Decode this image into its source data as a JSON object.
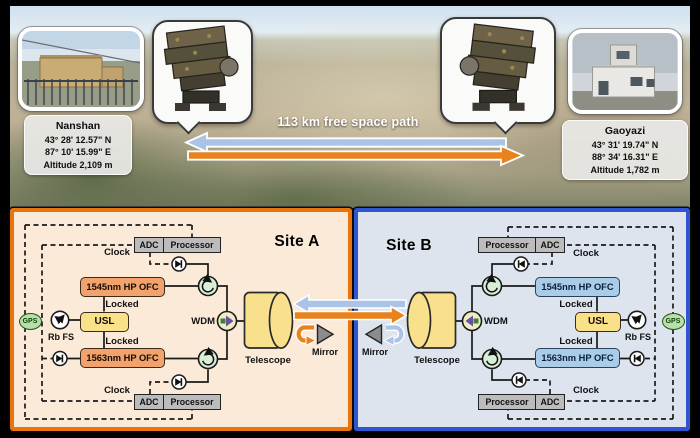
{
  "scene": {
    "path_label": "113 km free space path",
    "nanshan": {
      "name": "Nanshan",
      "lat": "43° 28' 12.57\" N",
      "lon": "87° 10' 15.99\" E",
      "alt": "Altitude 2,109 m"
    },
    "gaoyazi": {
      "name": "Gaoyazi",
      "lat": "43° 31' 19.74\" N",
      "lon": "88° 34' 16.31\" E",
      "alt": "Altitude 1,782 m"
    }
  },
  "site_a": {
    "title": "Site A",
    "adc": "ADC",
    "processor": "Processor",
    "clock": "Clock",
    "ofc_1545": "1545nm HP OFC",
    "ofc_1563": "1563nm HP OFC",
    "locked": "Locked",
    "usl": "USL",
    "rbfs": "Rb FS",
    "gps": "GPS",
    "wdm": "WDM",
    "telescope": "Telescope",
    "mirror": "Mirror"
  },
  "site_b": {
    "title": "Site B",
    "adc": "ADC",
    "processor": "Processor",
    "clock": "Clock",
    "ofc_1545": "1545nm HP OFC",
    "ofc_1563": "1563nm HP OFC",
    "locked": "Locked",
    "usl": "USL",
    "rbfs": "Rb FS",
    "gps": "GPS",
    "wdm": "WDM",
    "telescope": "Telescope",
    "mirror": "Mirror"
  },
  "colors": {
    "site_a_border": "#e8740f",
    "site_a_bg": "#fcead9",
    "site_b_border": "#2f55cf",
    "site_b_bg": "#dde4ee",
    "ofc_orange": "#f2a26c",
    "ofc_blue": "#a9cce9",
    "usl_yellow": "#f8e189",
    "box_gray": "#bcbcbc",
    "circulator_green": "#d9eed6",
    "gps_green": "#b5e0a8",
    "beam_orange": "#e8821e",
    "beam_blue": "#a9c4e6"
  }
}
